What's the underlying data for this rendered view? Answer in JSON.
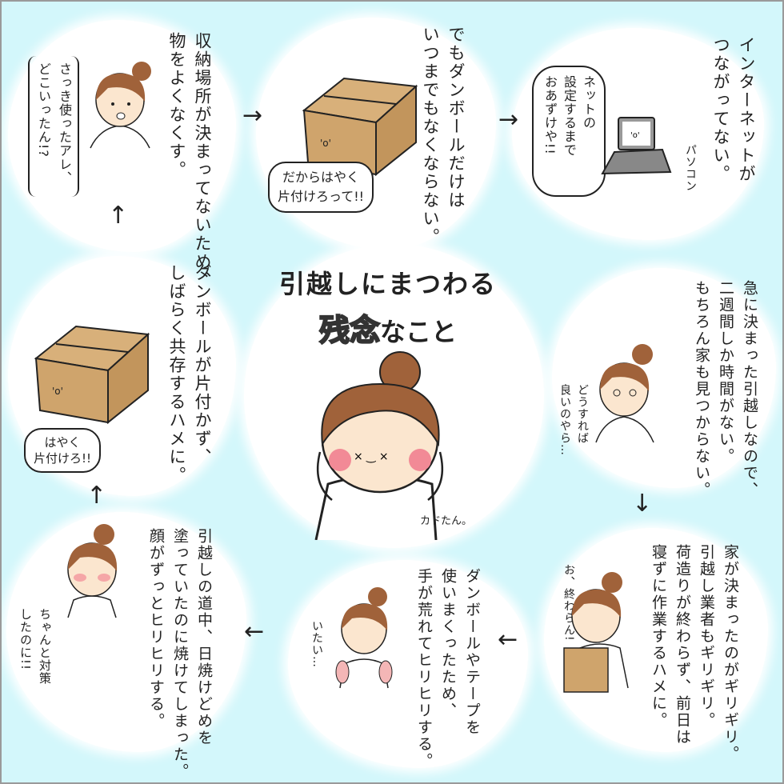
{
  "title": {
    "line1": "引越しにまつわる",
    "line2_highlight": "残念",
    "line2_rest": "なこと"
  },
  "character_name": "カドたん。",
  "panels": [
    {
      "id": "lose-things",
      "text": [
        "収納場所が決まってないため、",
        "物をよくなくす。"
      ],
      "speech": [
        "さっき使ったアレ、",
        "どこいったん!?"
      ]
    },
    {
      "id": "boxes-remain",
      "text": [
        "でもダンボールだけは",
        "いつまでもなくならない。"
      ],
      "speech": [
        "だからはやく",
        "片付けろって!!"
      ]
    },
    {
      "id": "no-internet",
      "text": [
        "インターネットが",
        "つながってない。"
      ],
      "speech": [
        "ネットの",
        "設定するまで",
        "おあずけや!!"
      ],
      "label": "パソコン"
    },
    {
      "id": "sudden-move",
      "text": [
        "急に決まった引越しなので、",
        "二週間しか時間がない。",
        "もちろん家も見つからない。"
      ],
      "speech": [
        "どうすれば",
        "良いのやら…"
      ]
    },
    {
      "id": "last-minute",
      "text": [
        "家が決まったのがギリギリ。",
        "引越し業者もギリギリ。",
        "荷造りが終わらず、前日は",
        "寝ずに作業するハメに。"
      ],
      "speech": [
        "お、終わらん!"
      ]
    },
    {
      "id": "rough-hands",
      "text": [
        "ダンボールやテープを",
        "使いまくったため、",
        "手が荒れてヒリヒリする。"
      ],
      "speech": [
        "いたい…"
      ]
    },
    {
      "id": "sunburn",
      "text": [
        "引越しの道中、日焼けどめを",
        "塗っていたのに焼けてしまった。",
        "顔がずっとヒリヒリする。"
      ],
      "speech": [
        "ちゃんと対策",
        "したのに!!"
      ]
    },
    {
      "id": "coexist-boxes",
      "text": [
        "ダンボールが片付かず、",
        "しばらく共存するハメに。"
      ],
      "speech": [
        "はやく",
        "片付けろ!!"
      ]
    }
  ],
  "arrows": {
    "right": "→",
    "down": "↓",
    "left": "←",
    "up": "↑"
  },
  "colors": {
    "background": "#d3f7fb",
    "hair": "#a0623a",
    "box": "#d2a86c",
    "blush": "#f28a96"
  }
}
